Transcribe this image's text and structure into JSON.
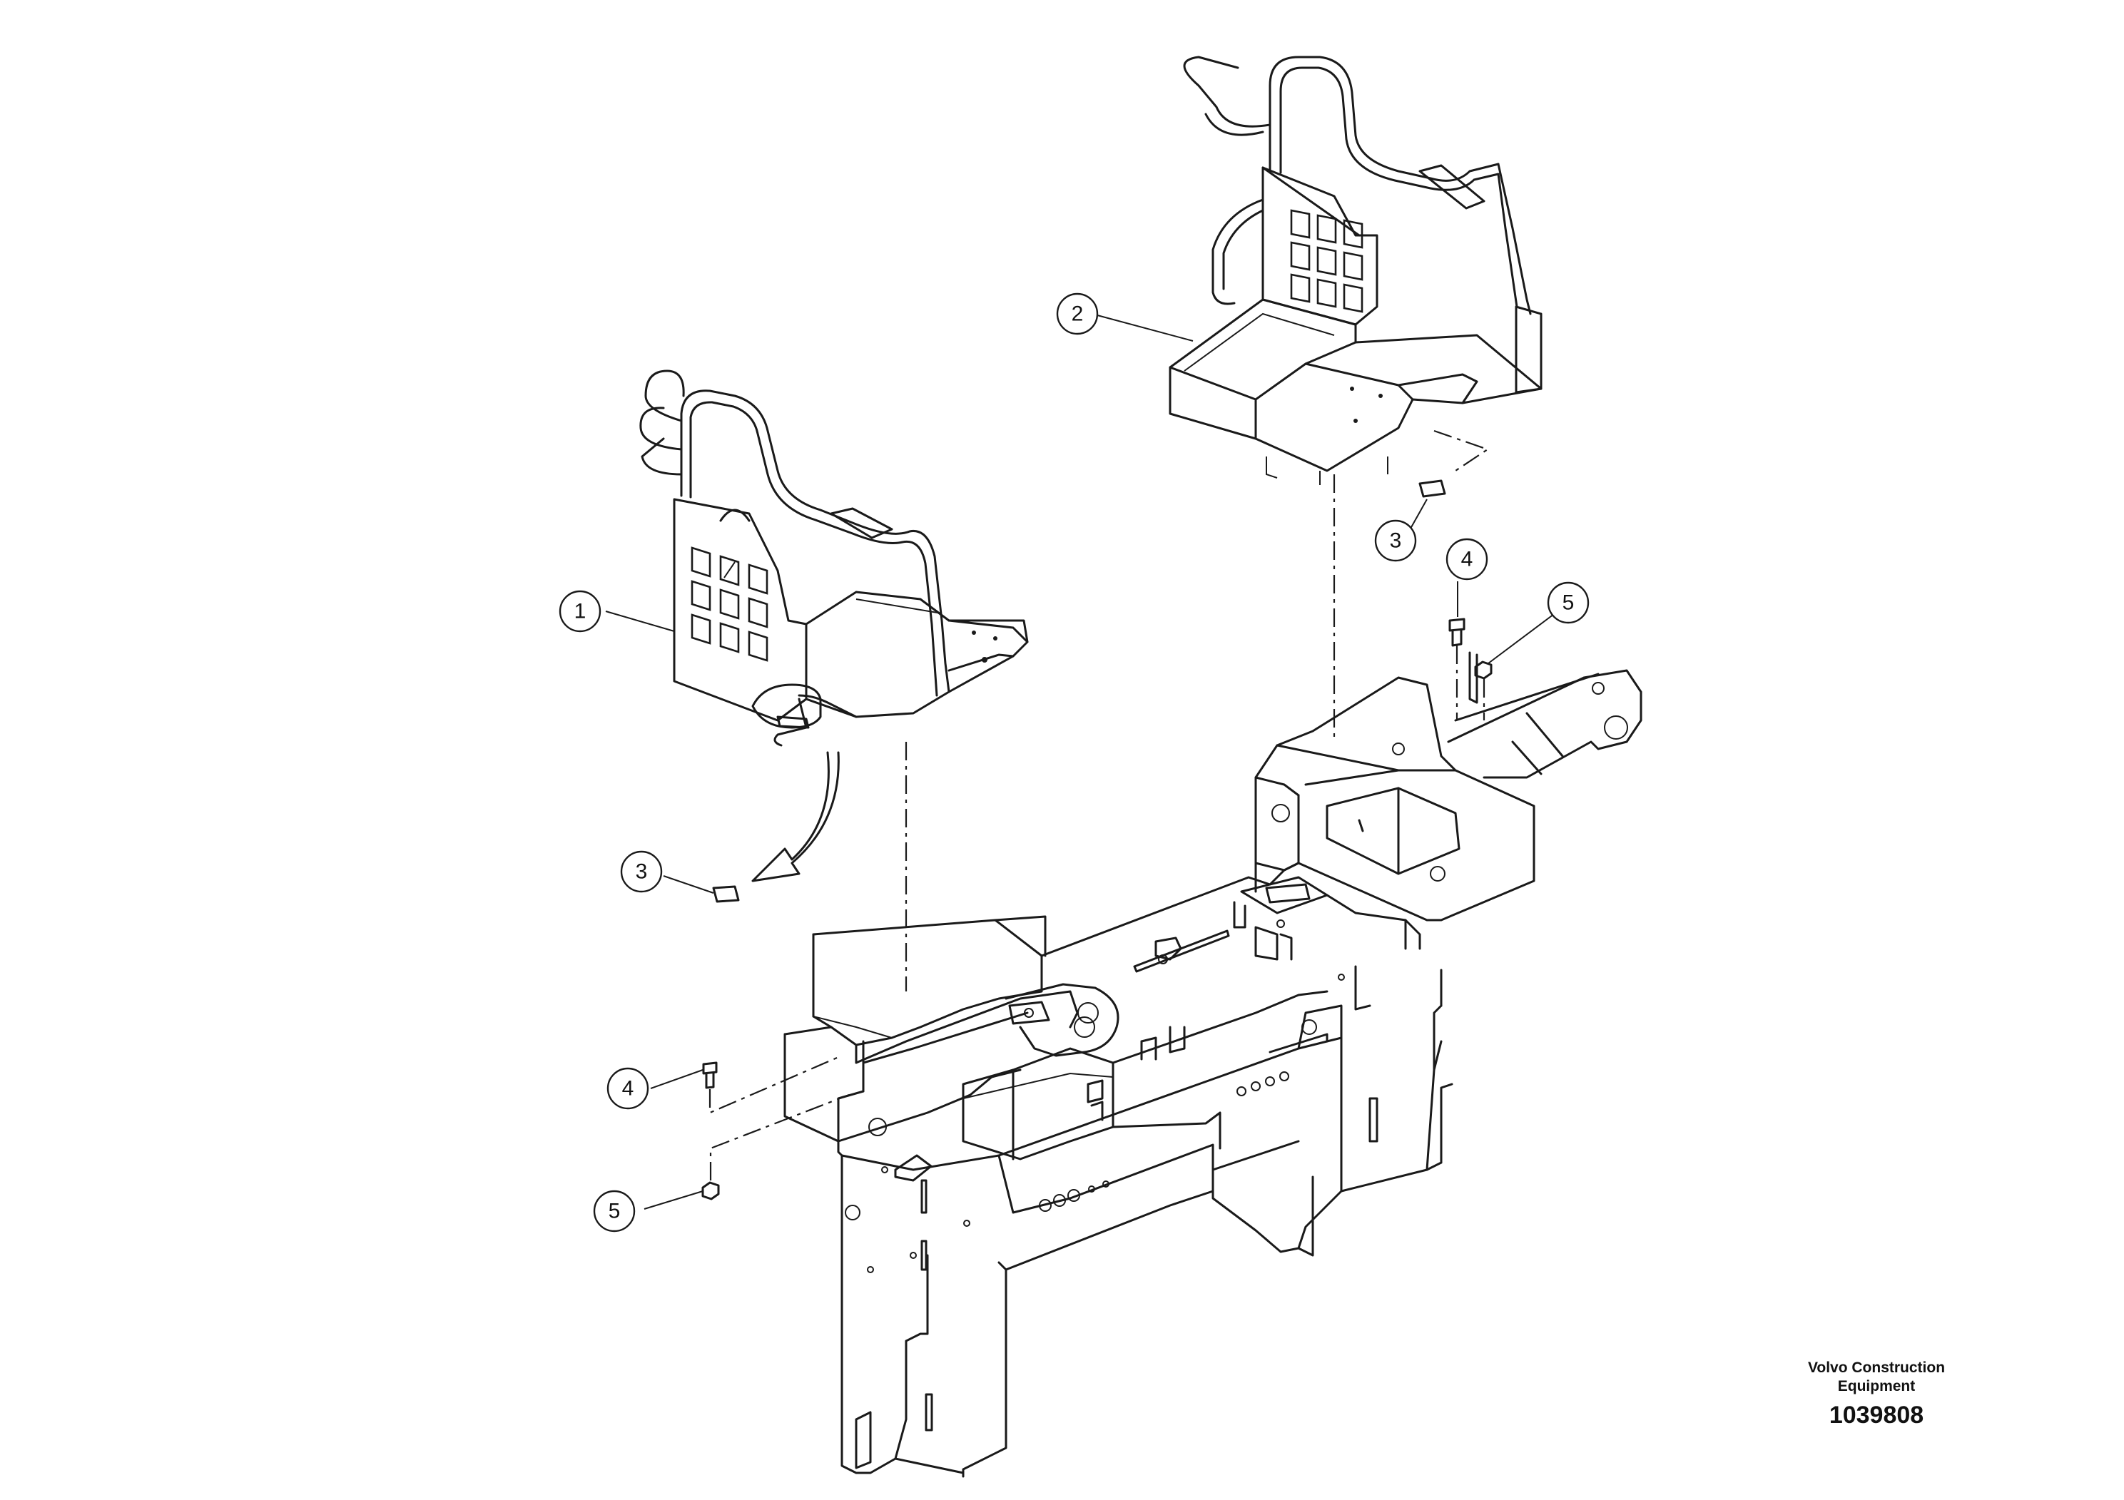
{
  "diagram": {
    "callouts": [
      {
        "id": "callout-1",
        "label": "1"
      },
      {
        "id": "callout-2",
        "label": "2"
      },
      {
        "id": "callout-3-top",
        "label": "3"
      },
      {
        "id": "callout-3-left",
        "label": "3"
      },
      {
        "id": "callout-4-top",
        "label": "4"
      },
      {
        "id": "callout-5-top",
        "label": "5"
      },
      {
        "id": "callout-4-bottom",
        "label": "4"
      },
      {
        "id": "callout-5-bottom",
        "label": "5"
      }
    ]
  },
  "title_block": {
    "manufacturer_line1": "Volvo Construction",
    "manufacturer_line2": "Equipment",
    "drawing_number": "1039808"
  }
}
